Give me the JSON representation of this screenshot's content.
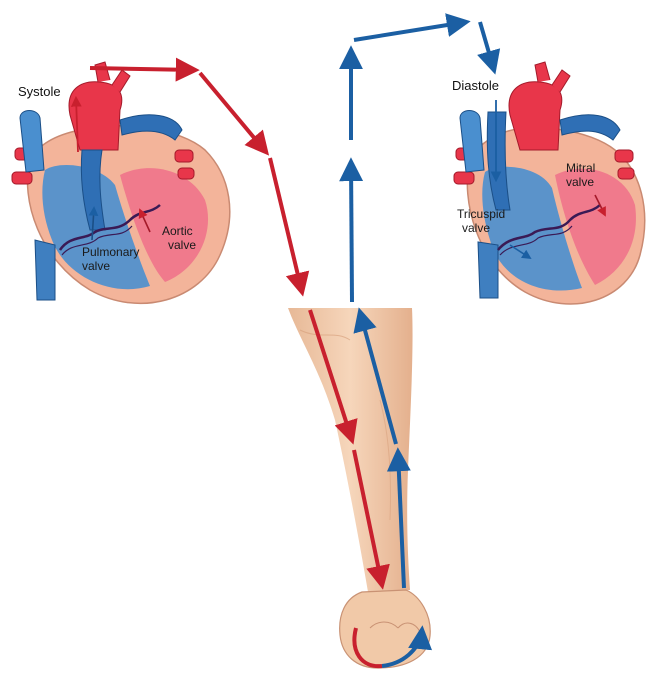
{
  "left_heart": {
    "phase_label": "Systole",
    "valve_labels": {
      "aortic": [
        "Aortic",
        "valve"
      ],
      "pulmonary": [
        "Pulmonary",
        "valve"
      ]
    }
  },
  "right_heart": {
    "phase_label": "Diastole",
    "valve_labels": {
      "mitral": [
        "Mitral",
        "valve"
      ],
      "tricuspid": [
        "Tricuspid",
        "valve"
      ]
    }
  },
  "colors": {
    "arterial_red": "#c8202e",
    "venous_blue": "#1b5fa3",
    "heart_red": "#e8364a",
    "heart_pink": "#f07a8c",
    "heart_blue": "#4a8fcf",
    "myocardium": "#f3b49a",
    "skin": "#f1c9a8"
  }
}
